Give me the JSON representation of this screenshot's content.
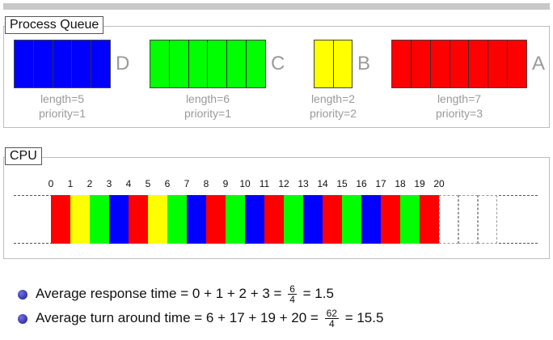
{
  "colors": {
    "blue": "#0000ff",
    "green": "#00ff00",
    "yellow": "#ffff00",
    "red": "#ff0000",
    "muted": "#9a9a9a"
  },
  "queue": {
    "title": "Process Queue",
    "processes": [
      {
        "name": "D",
        "length_label": "length=5",
        "priority_label": "priority=1",
        "color": "#0000ff",
        "cells": 5
      },
      {
        "name": "C",
        "length_label": "length=6",
        "priority_label": "priority=1",
        "color": "#00ff00",
        "cells": 6
      },
      {
        "name": "B",
        "length_label": "length=2",
        "priority_label": "priority=2",
        "color": "#ffff00",
        "cells": 2
      },
      {
        "name": "A",
        "length_label": "length=7",
        "priority_label": "priority=3",
        "color": "#ff0000",
        "cells": 7
      }
    ]
  },
  "cpu": {
    "title": "CPU",
    "ticks": [
      "0",
      "1",
      "2",
      "3",
      "4",
      "5",
      "6",
      "7",
      "8",
      "9",
      "10",
      "11",
      "12",
      "13",
      "14",
      "15",
      "16",
      "17",
      "18",
      "19",
      "20"
    ],
    "schedule": [
      "#ff0000",
      "#ffff00",
      "#00ff00",
      "#0000ff",
      "#ff0000",
      "#ffff00",
      "#00ff00",
      "#0000ff",
      "#ff0000",
      "#00ff00",
      "#0000ff",
      "#ff0000",
      "#00ff00",
      "#0000ff",
      "#ff0000",
      "#00ff00",
      "#0000ff",
      "#ff0000",
      "#00ff00",
      "#ff0000"
    ],
    "empty_slots": 3
  },
  "stats": [
    {
      "label": "Average response time",
      "expr": "0 + 1 + 2 + 3 =",
      "num": "6",
      "den": "4",
      "result": "= 1.5"
    },
    {
      "label": "Average turn around time",
      "expr": "6 + 17 + 19 + 20 =",
      "num": "62",
      "den": "4",
      "result": "= 15.5"
    }
  ]
}
